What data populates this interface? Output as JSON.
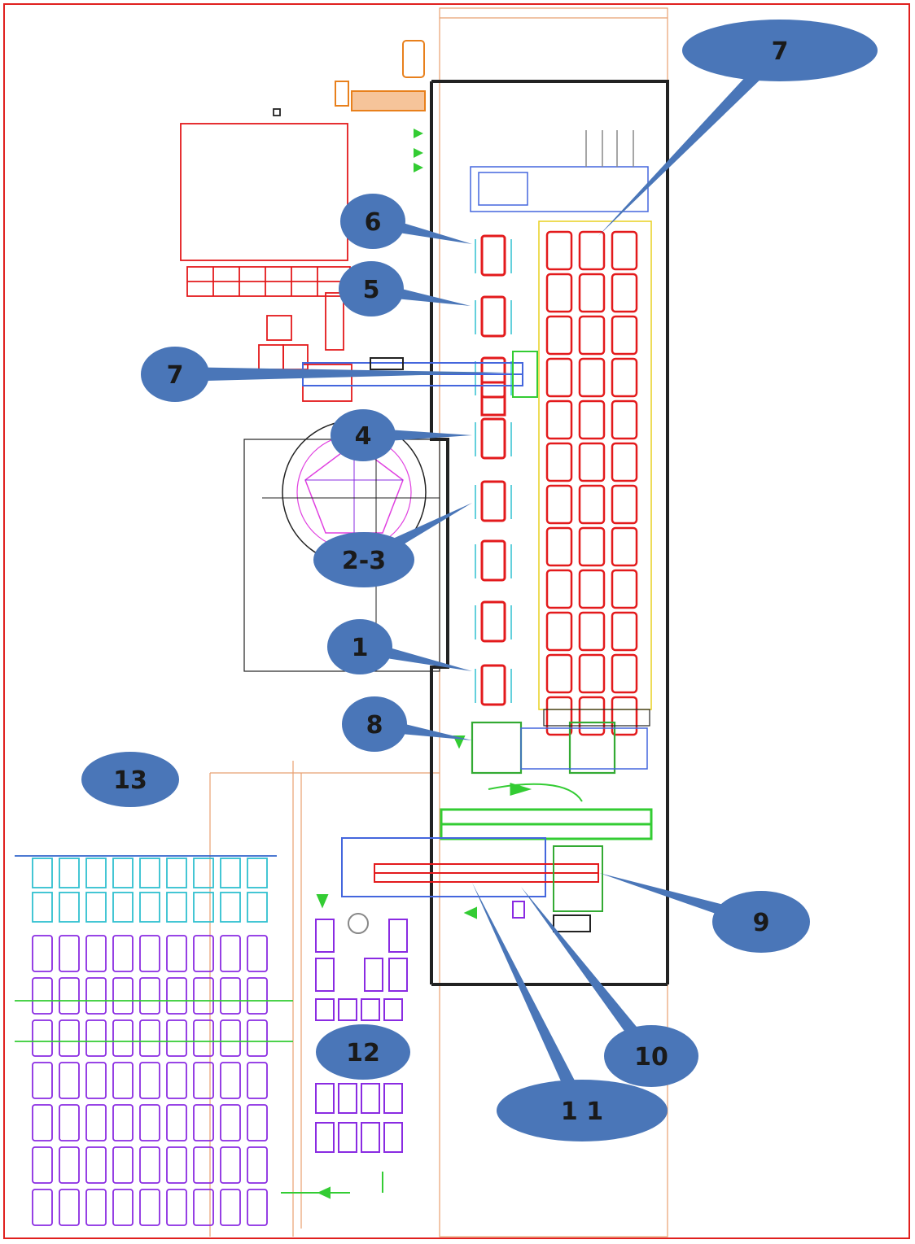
{
  "colors": {
    "frame": "#e0201e",
    "callout": "#4a76b8",
    "wall": "#222222",
    "conveyor_red": "#e31a1c",
    "conveyor_purple": "#8a2be2",
    "cyan_guides": "#30c0d0",
    "green_flow": "#33cc33",
    "blue_equipment": "#4466dd",
    "orange_outline": "#e8a070"
  },
  "icons": {
    "callout": "callout-bubble-icon",
    "flow_arrow": "flow-arrow-icon"
  },
  "callouts": [
    {
      "id": "c7-top",
      "label": "7"
    },
    {
      "id": "c6",
      "label": "6"
    },
    {
      "id": "c5",
      "label": "5"
    },
    {
      "id": "c7-left",
      "label": "7"
    },
    {
      "id": "c4",
      "label": "4"
    },
    {
      "id": "c2-3",
      "label": "2-3"
    },
    {
      "id": "c1",
      "label": "1"
    },
    {
      "id": "c8",
      "label": "8"
    },
    {
      "id": "c13",
      "label": "13"
    },
    {
      "id": "c9",
      "label": "9"
    },
    {
      "id": "c12",
      "label": "12"
    },
    {
      "id": "c10",
      "label": "10"
    },
    {
      "id": "c11",
      "label": "1 1"
    }
  ]
}
